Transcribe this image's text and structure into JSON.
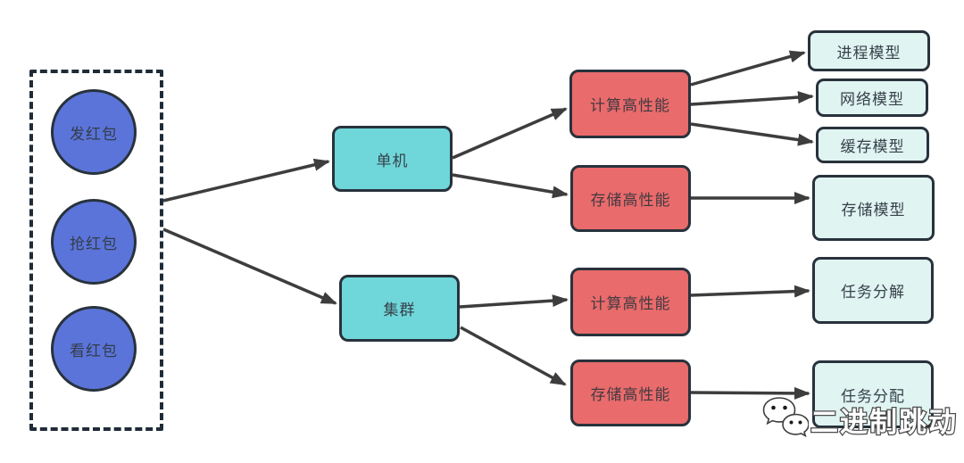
{
  "diagram": {
    "title_hint": "high-performance architecture mind-map for red-packet scenarios",
    "colors": {
      "scenario_circle_fill": "#5b74da",
      "level1_fill": "#6fd7d9",
      "level2_fill": "#e96b6b",
      "level3_fill": "#e0f4f1",
      "node_border": "#28323c",
      "dashed_border": "#1f2b38",
      "arrow": "#3d3d3d",
      "background": "#ffffff"
    },
    "nodes": {
      "send_red_packet": "发红包",
      "grab_red_packet": "抢红包",
      "view_red_packet": "看红包",
      "single_machine": "单机",
      "cluster": "集群",
      "compute_high_perf_single": "计算高性能",
      "storage_high_perf_single": "存储高性能",
      "compute_high_perf_cluster": "计算高性能",
      "storage_high_perf_cluster": "存储高性能",
      "process_model": "进程模型",
      "network_model": "网络模型",
      "cache_model": "缓存模型",
      "storage_model": "存储模型",
      "task_decomposition": "任务分解",
      "task_allocation": "任务分配"
    },
    "edges": [
      {
        "from": "scenario_group",
        "to": "single_machine"
      },
      {
        "from": "scenario_group",
        "to": "cluster"
      },
      {
        "from": "single_machine",
        "to": "compute_high_perf_single"
      },
      {
        "from": "single_machine",
        "to": "storage_high_perf_single"
      },
      {
        "from": "compute_high_perf_single",
        "to": "process_model"
      },
      {
        "from": "compute_high_perf_single",
        "to": "network_model"
      },
      {
        "from": "compute_high_perf_single",
        "to": "cache_model"
      },
      {
        "from": "storage_high_perf_single",
        "to": "storage_model"
      },
      {
        "from": "cluster",
        "to": "compute_high_perf_cluster"
      },
      {
        "from": "cluster",
        "to": "storage_high_perf_cluster"
      },
      {
        "from": "compute_high_perf_cluster",
        "to": "task_decomposition"
      },
      {
        "from": "storage_high_perf_cluster",
        "to": "task_allocation"
      }
    ],
    "watermark": {
      "icon": "wechat-icon",
      "text": "二进制跳动"
    }
  }
}
